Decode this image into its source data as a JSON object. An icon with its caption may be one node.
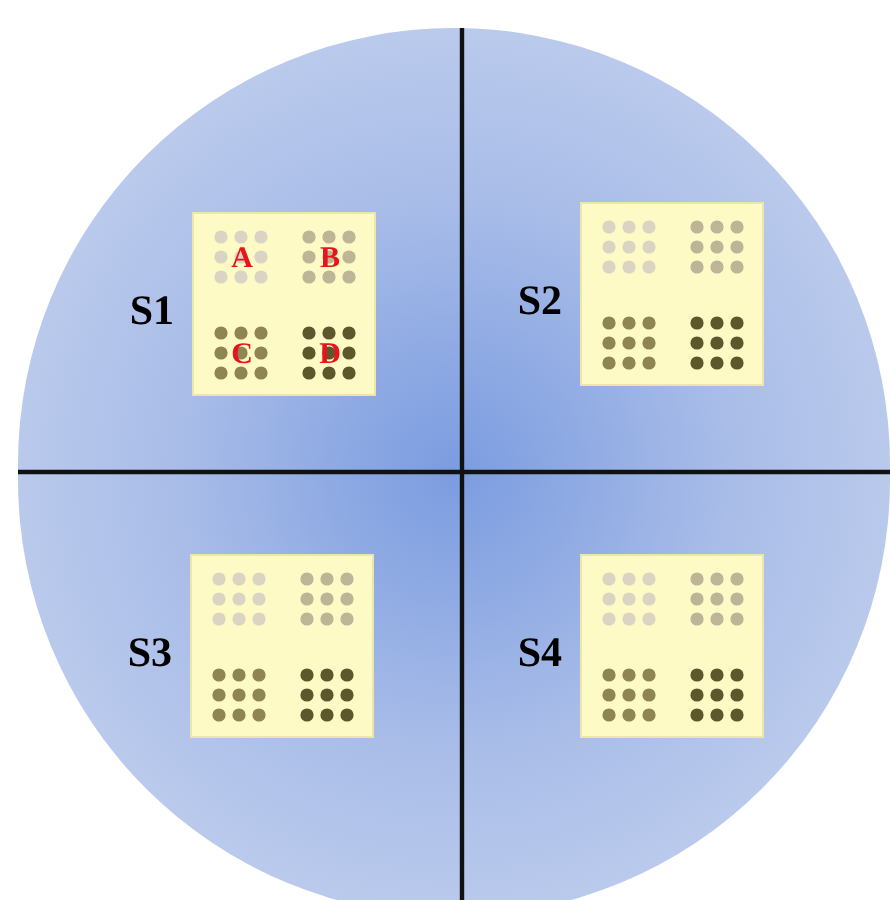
{
  "diagram": {
    "nodes": [
      {
        "text": [
          "A",
          "B",
          "C",
          "D"
        ],
        "beside": [
          "S1"
        ]
      },
      {
        "text": [],
        "shape": "box",
        "beside": [
          "S2"
        ]
      },
      {
        "text": [],
        "shape": "box",
        "beside": [
          "S3"
        ]
      },
      {
        "text": [],
        "shape": "box",
        "beside": [
          "S4"
        ]
      }
    ]
  }
}
